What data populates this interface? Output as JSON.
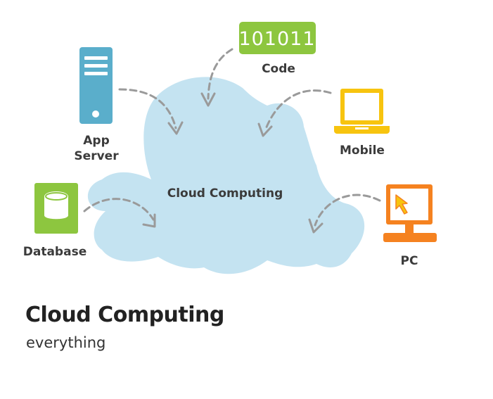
{
  "diagram": {
    "center": {
      "label": "Cloud Computing"
    },
    "nodes": {
      "code": {
        "badge": "101011",
        "label": "Code",
        "icon": "code-badge-icon"
      },
      "app_server": {
        "label_line1": "App",
        "label_line2": "Server",
        "icon": "server-icon"
      },
      "mobile": {
        "label": "Mobile",
        "icon": "laptop-icon"
      },
      "database": {
        "label": "Database",
        "icon": "database-icon"
      },
      "pc": {
        "label": "PC",
        "icon": "desktop-monitor-icon"
      }
    },
    "colors": {
      "cloud": "#c4e3f1",
      "server": "#5aaecb",
      "code": "#8dc63f",
      "mobile": "#f7c40f",
      "database": "#8dc63f",
      "pc": "#f58220",
      "arrow": "#9a9a9a"
    }
  },
  "caption": {
    "title": "Cloud Computing",
    "subtitle": "everything"
  }
}
